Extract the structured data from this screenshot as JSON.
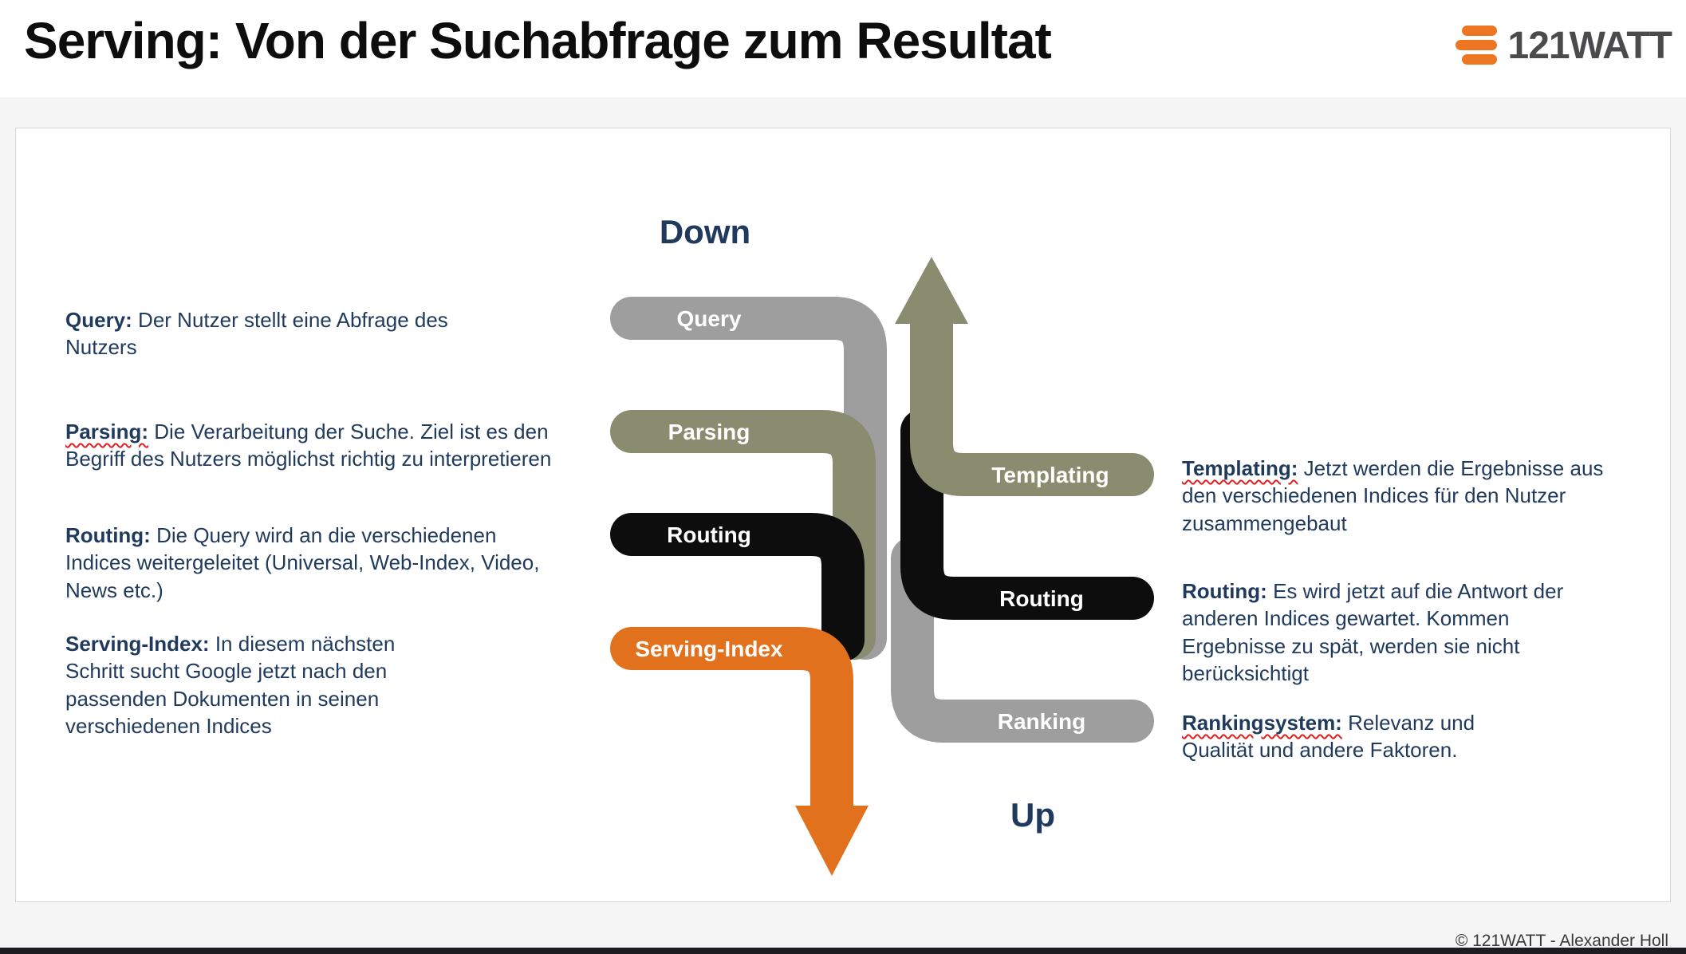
{
  "page": {
    "title": "Serving: Von der Suchabfrage zum Resultat",
    "footer": "© 121WATT - Alexander Holl"
  },
  "logo": {
    "text": "121WATT",
    "mark_icon": "three-bars-icon",
    "brand_color": "#ee7623"
  },
  "diagram": {
    "down_label": "Down",
    "up_label": "Up",
    "down_pipeline": [
      {
        "label": "Query",
        "color": "#9e9e9e"
      },
      {
        "label": "Parsing",
        "color": "#8a8c6f"
      },
      {
        "label": "Routing",
        "color": "#0d0d0d"
      },
      {
        "label": "Serving-Index",
        "color": "#e2711d"
      }
    ],
    "up_pipeline": [
      {
        "label": "Templating",
        "color": "#8a8c6f"
      },
      {
        "label": "Routing",
        "color": "#0d0d0d"
      },
      {
        "label": "Ranking",
        "color": "#9e9e9e"
      }
    ],
    "left_notes": [
      {
        "label": "Query:",
        "text": "Der Nutzer stellt eine Abfrage des Nutzers",
        "misspelled": false
      },
      {
        "label": "Parsing:",
        "text": "Die Verarbeitung der Suche. Ziel ist es den Begriff des Nutzers möglichst richtig zu interpretieren",
        "misspelled": true
      },
      {
        "label": "Routing:",
        "text": "Die Query wird an die verschiedenen Indices weitergeleitet (Universal, Web-Index, Video, News etc.)",
        "misspelled": false
      },
      {
        "label": "Serving-Index:",
        "text": "In diesem nächsten Schritt sucht Google jetzt nach den passenden Dokumenten in seinen verschiedenen Indices",
        "misspelled": false
      }
    ],
    "right_notes": [
      {
        "label": "Templating:",
        "text": "Jetzt werden die Ergebnisse aus den verschiedenen Indices für den Nutzer zusammengebaut",
        "misspelled": true
      },
      {
        "label": "Routing:",
        "text": "Es wird jetzt auf die Antwort der anderen Indices gewartet. Kommen Ergebnisse zu spät, werden sie nicht berücksichtigt",
        "misspelled": false
      },
      {
        "label": "Rankingsystem:",
        "text": "Relevanz und Qualität und andere Faktoren.",
        "misspelled": true
      }
    ],
    "text_color": "#1f3a5c"
  }
}
